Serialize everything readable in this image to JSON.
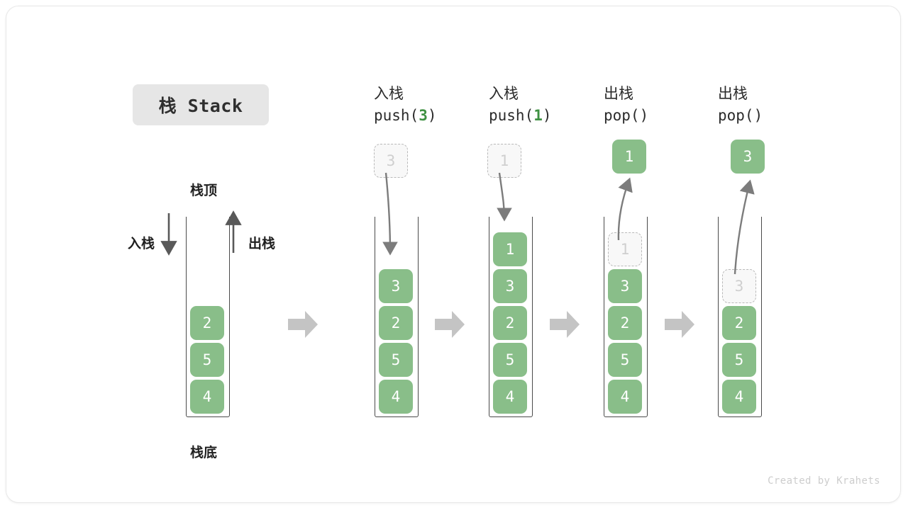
{
  "title": {
    "text": "栈 Stack"
  },
  "labels": {
    "top": "栈顶",
    "bottom": "栈底",
    "push_side": "入栈",
    "pop_side": "出栈"
  },
  "footer": {
    "credit": "Created by Krahets"
  },
  "accent": {
    "box_green": "#89be89",
    "code_green": "#3f9142",
    "ghost_border": "#b9b9b9",
    "ghost_text": "#cfcfcf",
    "frame_gray": "#4a4a4a",
    "block_arrow_gray": "#c4c4c4",
    "pill_gray": "#e6e6e6"
  },
  "columns": [
    {
      "id": "initial",
      "head_cn": "",
      "head_code": "",
      "head_arg": "",
      "stack": [
        "2",
        "5",
        "4"
      ],
      "ghost_index": null,
      "ghost_value": "",
      "floating": {
        "value": "",
        "state": "none"
      }
    },
    {
      "id": "push-3",
      "head_cn": "入栈",
      "head_code_prefix": "push(",
      "head_arg": "3",
      "head_code_suffix": ")",
      "stack": [
        "3",
        "2",
        "5",
        "4"
      ],
      "ghost_index": null,
      "ghost_value": "",
      "floating": {
        "value": "3",
        "state": "ghost",
        "arrow": "down"
      }
    },
    {
      "id": "push-1",
      "head_cn": "入栈",
      "head_code_prefix": "push(",
      "head_arg": "1",
      "head_code_suffix": ")",
      "stack": [
        "1",
        "3",
        "2",
        "5",
        "4"
      ],
      "ghost_index": null,
      "ghost_value": "",
      "floating": {
        "value": "1",
        "state": "ghost",
        "arrow": "down"
      }
    },
    {
      "id": "pop-1",
      "head_cn": "出栈",
      "head_code_prefix": "pop(",
      "head_arg": "",
      "head_code_suffix": ")",
      "stack": [
        "1",
        "3",
        "2",
        "5",
        "4"
      ],
      "ghost_index": 0,
      "ghost_value": "1",
      "floating": {
        "value": "1",
        "state": "filled",
        "arrow": "up"
      }
    },
    {
      "id": "pop-3",
      "head_cn": "出栈",
      "head_code_prefix": "pop(",
      "head_arg": "",
      "head_code_suffix": ")",
      "stack": [
        "",
        "3",
        "2",
        "5",
        "4"
      ],
      "ghost_index": 1,
      "ghost_value": "3",
      "floating": {
        "value": "3",
        "state": "filled",
        "arrow": "up"
      }
    }
  ],
  "transition_arrows": [
    {
      "name": "arrow-1"
    },
    {
      "name": "arrow-2"
    },
    {
      "name": "arrow-3"
    },
    {
      "name": "arrow-4"
    }
  ]
}
